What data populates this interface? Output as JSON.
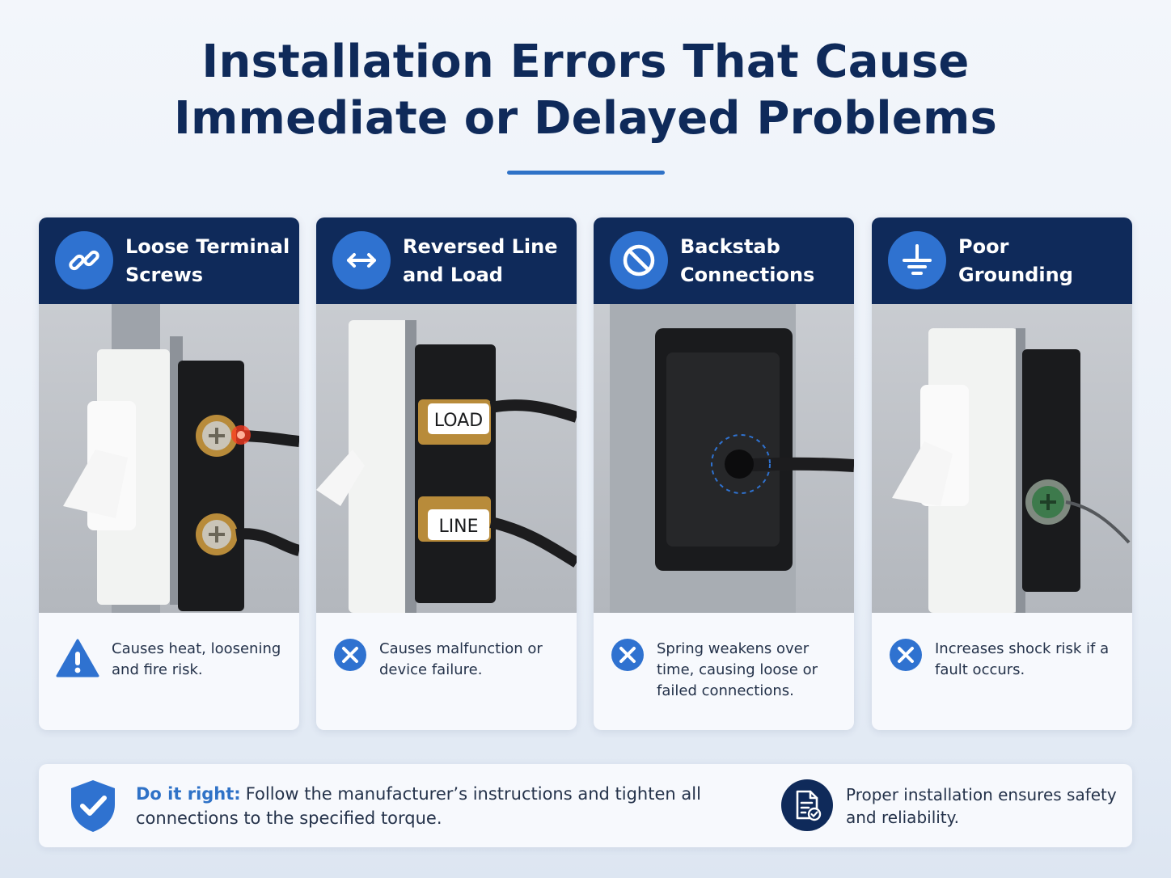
{
  "title_line1": "Installation Errors That Cause",
  "title_line2": "Immediate or Delayed Problems",
  "cards": [
    {
      "title": "Loose Terminal\nScrews",
      "icon": "link-icon",
      "photo_labels": [],
      "note_icon": "warning-icon",
      "note": "Causes heat, loosening and fire risk."
    },
    {
      "title": "Reversed Line\nand Load",
      "icon": "double-arrow-icon",
      "photo_labels": [
        "LOAD",
        "LINE"
      ],
      "note_icon": "x-circle-icon",
      "note": "Causes malfunction or device failure."
    },
    {
      "title": "Backstab\nConnections",
      "icon": "prohibited-icon",
      "photo_labels": [],
      "note_icon": "x-circle-icon",
      "note": "Spring weakens over time, causing loose or failed connections."
    },
    {
      "title": "Poor\nGrounding",
      "icon": "ground-icon",
      "photo_labels": [],
      "note_icon": "x-circle-icon",
      "note": "Increases shock risk if a fault occurs."
    }
  ],
  "footer": {
    "tip_label": "Do it right:",
    "tip_text": "Follow the manufacturer’s instructions and tighten all connections to the specified torque.",
    "tip_icon": "shield-check-icon",
    "side_icon": "document-check-icon",
    "side_text": "Proper installation ensures safety and reliability."
  },
  "colors": {
    "navy": "#0f2a5a",
    "accent_blue": "#2f72d0",
    "body_text": "#24324a"
  }
}
